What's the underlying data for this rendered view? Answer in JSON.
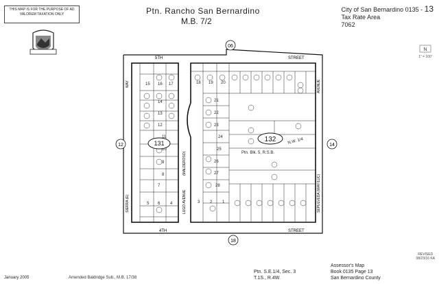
{
  "disclaimer": "THIS MAP IS FOR THE PURPOSE OF AD VALOREM TAXATION ONLY",
  "title": {
    "line1": "Ptn. Rancho San Bernardino",
    "line2": "M.B. 7/2"
  },
  "city": {
    "line1": "City of San Bernardino 0135 -",
    "number": "13",
    "line2": "Tax Rate Area",
    "line3": "7062"
  },
  "north": {
    "label": "N",
    "scale": "1\" = 100'"
  },
  "page_circles": {
    "top": "06",
    "left": "12",
    "right": "14",
    "bottom": "18"
  },
  "streets": {
    "top_name": "5TH",
    "top_type": "STREET",
    "bottom_name": "4TH",
    "bottom_type": "STREET",
    "left": "SIERRA (E)",
    "left2": "WAY",
    "middle": "LUGO AVENUE",
    "middle2": "(MALDEROSO)",
    "right": "SEPULVEDA (WAY/LUC)",
    "right2": "AVENUE"
  },
  "blocks": {
    "b131": "131",
    "b132": "132"
  },
  "row_labels": {
    "ptn_blk": "Ptn. Blk. 5, R.S.B.",
    "nw": "N.W. 1/4"
  },
  "block131_lots": [
    "15",
    "16",
    "17",
    "14",
    "13",
    "12",
    "11",
    "10",
    "9",
    "8",
    "7",
    "6",
    "5",
    "4"
  ],
  "block132_left_lots": [
    "18",
    "19",
    "20",
    "21",
    "22",
    "23",
    "24",
    "25",
    "26",
    "27",
    "28",
    "1",
    "2",
    "3"
  ],
  "footer": {
    "date": "January 2005",
    "sub": "Amended Baldridge Sub., M.B. 17/38",
    "ptn1": "Ptn. S.E.1/4, Sec. 3",
    "ptn2": "T.1S., R.4W.",
    "assessor1": "Assessor's Map",
    "assessor2": "Book 0135 Page 13",
    "assessor3": "San Bernardino County"
  },
  "revised": {
    "label": "REVISED",
    "date": "08/23/16 KA"
  }
}
